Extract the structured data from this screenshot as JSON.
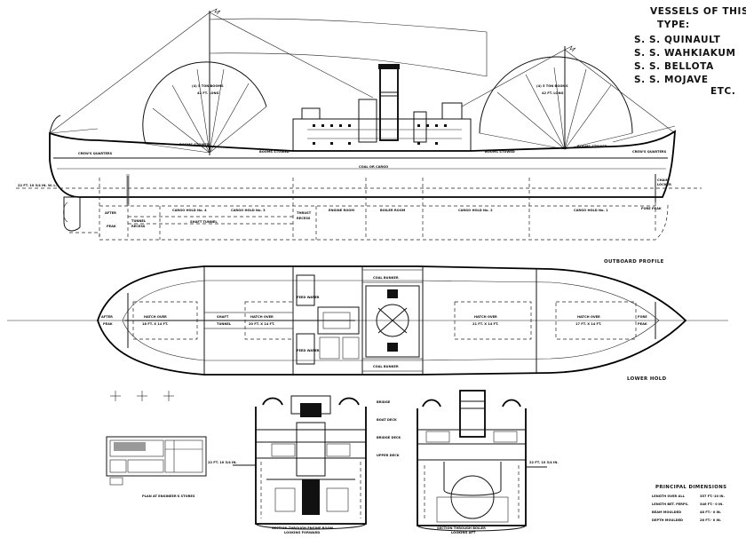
{
  "vessels": {
    "heading_1": "VESSELS OF THIS",
    "heading_2": "TYPE:",
    "names": [
      "S. S. QUINAULT",
      "S. S. WAHKIAKUM",
      "S. S. BELLOTA",
      "S. S. MOJAVE"
    ],
    "etc": "ETC."
  },
  "profile": {
    "title": "OUTBOARD PROFILE",
    "boom_labels": [
      "(4) 5 TON BOOMS",
      "42 FT. LONG",
      "(4) 5 TON BOOMS",
      "42 FT. LONG"
    ],
    "booms_stowed": [
      "BOOMS STOWED",
      "BOOMS STOWED",
      "BOOMS STOWED",
      "BOOMS STOWED"
    ],
    "crews_quarters": [
      "CREW'S QUARTERS",
      "CREW'S QUARTERS"
    ],
    "coal_or_cargo": "COAL OR CARGO",
    "draft": "22 FT. 10 3/4 IN. W. L.",
    "holds": [
      "AFTER",
      "PEAK",
      "TUNNEL",
      "RECESS",
      "CARGO HOLD No. 4",
      "SHAFT TUNNEL",
      "CARGO HOLD No. 3",
      "THRUST",
      "RECESS",
      "ENGINE ROOM",
      "BOILER ROOM",
      "CARGO HOLD No. 2",
      "CARGO HOLD No. 1",
      "FORE PEAK"
    ],
    "chain": "CHAIN",
    "locker": "LOCKER"
  },
  "lower_hold": {
    "title": "LOWER HOLD",
    "after_peak": [
      "AFTER",
      "PEAK"
    ],
    "fore_peak": [
      "FORE",
      "PEAK"
    ],
    "hatches": [
      "HATCH OVER",
      "18 FT. X 14 FT.",
      "HATCH OVER",
      "20 FT. X 14 FT.",
      "HATCH OVER",
      "21 FT. X 14 FT.",
      "HATCH OVER",
      "17 FT. X 14 FT."
    ],
    "shaft": [
      "SHAFT",
      "TUNNEL"
    ],
    "coal_bunker": [
      "COAL BUNKER",
      "COAL BUNKER"
    ],
    "feed_water": [
      "FEED WATER",
      "FEED WATER"
    ]
  },
  "sections": {
    "engine_caption": [
      "SECTION THROUGH ENGINE ROOM",
      "LOOKING FORWARD"
    ],
    "boiler_caption": [
      "SECTION THROUGH BOILER",
      "LOOKING AFT"
    ],
    "decks": [
      "BRIDGE",
      "BOAT DECK",
      "BRIDGE DECK",
      "UPPER DECK"
    ],
    "draft_left": "22 FT. 10 3/4 IN.",
    "draft_right": "22 FT. 10 3/4 IN.",
    "plan_caption": "PLAN AT ENGINEER'S STORES"
  },
  "dimensions": {
    "title": "PRINCIPAL DIMENSIONS",
    "rows": [
      {
        "label": "LENGTH OVER ALL",
        "value": "357 FT.-10 IN."
      },
      {
        "label": "LENGTH BET. PERPS.",
        "value": "346 FT.- 0 IN."
      },
      {
        "label": "BEAM MOULDED",
        "value": "48 FT.- 0 IN."
      },
      {
        "label": "DEPTH MOULDED",
        "value": "28 FT.- 0 IN."
      }
    ]
  }
}
